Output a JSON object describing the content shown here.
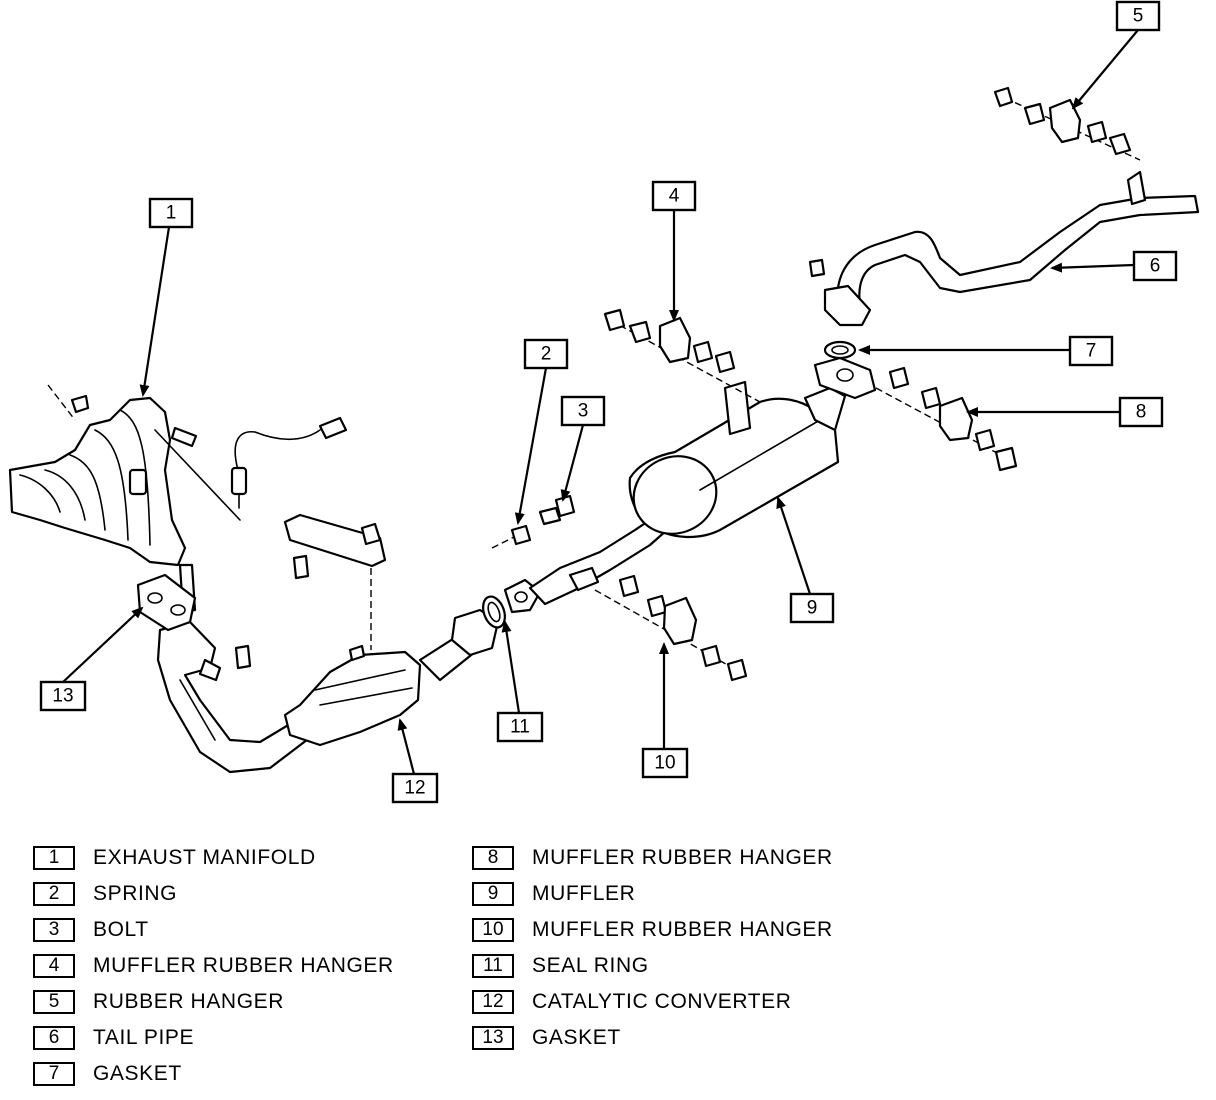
{
  "callouts": [
    {
      "num": "1"
    },
    {
      "num": "2"
    },
    {
      "num": "3"
    },
    {
      "num": "4"
    },
    {
      "num": "5"
    },
    {
      "num": "6"
    },
    {
      "num": "7"
    },
    {
      "num": "8"
    },
    {
      "num": "9"
    },
    {
      "num": "10"
    },
    {
      "num": "11"
    },
    {
      "num": "12"
    },
    {
      "num": "13"
    }
  ],
  "legend": {
    "left": [
      {
        "num": "1",
        "label": "EXHAUST MANIFOLD"
      },
      {
        "num": "2",
        "label": "SPRING"
      },
      {
        "num": "3",
        "label": "BOLT"
      },
      {
        "num": "4",
        "label": "MUFFLER RUBBER HANGER"
      },
      {
        "num": "5",
        "label": "RUBBER HANGER"
      },
      {
        "num": "6",
        "label": "TAIL PIPE"
      },
      {
        "num": "7",
        "label": "GASKET"
      }
    ],
    "right": [
      {
        "num": "8",
        "label": "MUFFLER RUBBER HANGER"
      },
      {
        "num": "9",
        "label": "MUFFLER"
      },
      {
        "num": "10",
        "label": "MUFFLER RUBBER HANGER"
      },
      {
        "num": "11",
        "label": "SEAL RING"
      },
      {
        "num": "12",
        "label": "CATALYTIC CONVERTER"
      },
      {
        "num": "13",
        "label": "GASKET"
      }
    ]
  }
}
